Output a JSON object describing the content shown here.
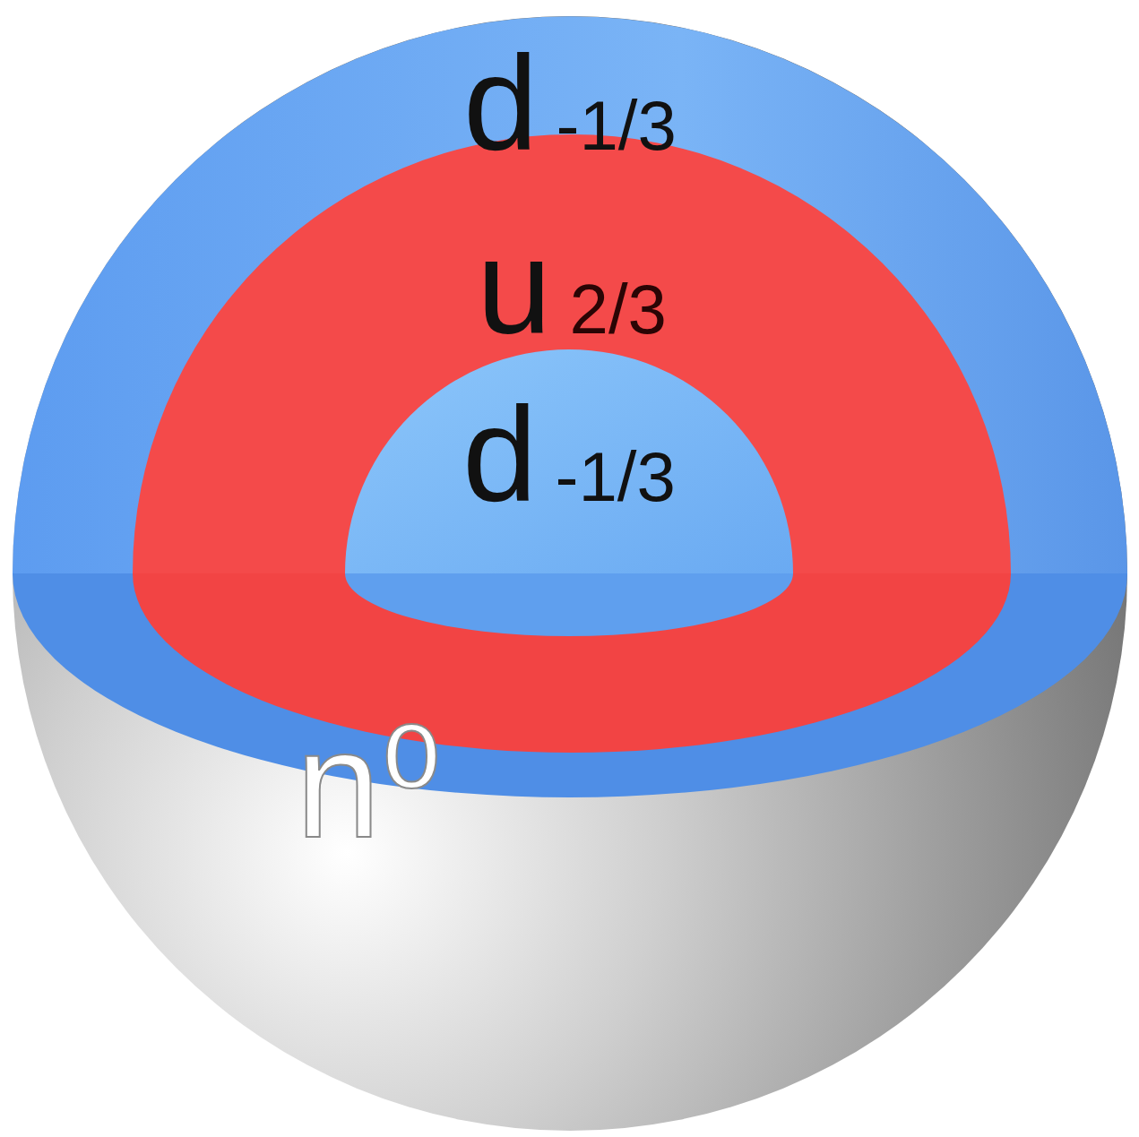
{
  "diagram": {
    "nodes": [
      {
        "text": [
          "d",
          "-1/3"
        ]
      },
      {
        "text": [
          "u",
          "2/3"
        ],
        "in": 0
      },
      {
        "text": [
          "d",
          "-1/3"
        ],
        "in": 1
      }
    ],
    "labels": [
      "n⁰"
    ]
  }
}
